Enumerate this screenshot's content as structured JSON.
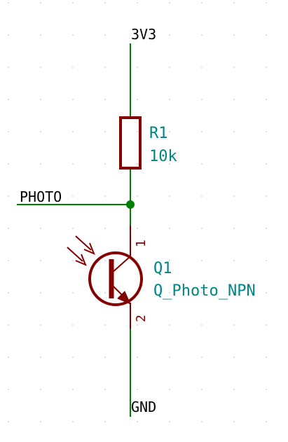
{
  "labels": {
    "power_net": "3V3",
    "ground_net": "GND",
    "signal_net": "PHOTO"
  },
  "resistor": {
    "reference": "R1",
    "value": "10k"
  },
  "transistor": {
    "reference": "Q1",
    "value": "Q_Photo_NPN",
    "pin_collector": "1",
    "pin_emitter": "2"
  },
  "colors": {
    "wire": "#008000",
    "component": "#840000",
    "net_label": "#000000",
    "field_text": "#008484",
    "grid_dot": "#c8c8c8",
    "junction": "#008000"
  }
}
